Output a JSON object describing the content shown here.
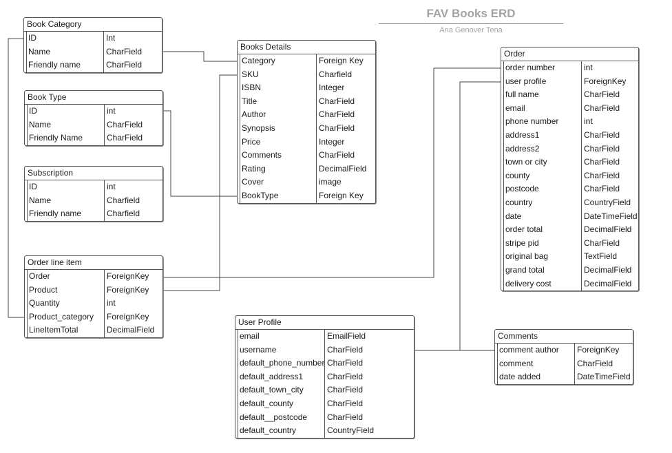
{
  "diagram": {
    "title": "FAV Books ERD",
    "subtitle": "Ana Genover Tena"
  },
  "entities": {
    "book_category": {
      "name": "Book Category",
      "fields": [
        {
          "name": "ID",
          "type": "Int"
        },
        {
          "name": "Name",
          "type": "CharField"
        },
        {
          "name": "Friendly name",
          "type": "CharField"
        }
      ]
    },
    "book_type": {
      "name": "Book Type",
      "fields": [
        {
          "name": "ID",
          "type": "int"
        },
        {
          "name": "Name",
          "type": "CharField"
        },
        {
          "name": "Friendly Name",
          "type": "CharField"
        }
      ]
    },
    "subscription": {
      "name": "Subscription",
      "fields": [
        {
          "name": "ID",
          "type": "int"
        },
        {
          "name": "Name",
          "type": "Charfield"
        },
        {
          "name": "Friendly name",
          "type": "Charfield"
        }
      ]
    },
    "order_line_item": {
      "name": "Order line item",
      "fields": [
        {
          "name": "Order",
          "type": "ForeignKey"
        },
        {
          "name": "Product",
          "type": "ForeignKey"
        },
        {
          "name": "Quantity",
          "type": "int"
        },
        {
          "name": "Product_category",
          "type": "ForeignKey"
        },
        {
          "name": "LineItemTotal",
          "type": "DecimalField"
        }
      ]
    },
    "books_details": {
      "name": "Books Details",
      "fields": [
        {
          "name": "Category",
          "type": "Foreign Key"
        },
        {
          "name": "SKU",
          "type": "Charfield"
        },
        {
          "name": "ISBN",
          "type": "Integer"
        },
        {
          "name": "Title",
          "type": "CharField"
        },
        {
          "name": "Author",
          "type": "CharField"
        },
        {
          "name": "Synopsis",
          "type": "CharField"
        },
        {
          "name": "Price",
          "type": "Integer"
        },
        {
          "name": "Comments",
          "type": "CharField"
        },
        {
          "name": "Rating",
          "type": "DecimalField"
        },
        {
          "name": "Cover",
          "type": "image"
        },
        {
          "name": "BookType",
          "type": "Foreign Key"
        }
      ]
    },
    "user_profile": {
      "name": "User Profile",
      "fields": [
        {
          "name": "email",
          "type": "EmailField"
        },
        {
          "name": "username",
          "type": "CharField"
        },
        {
          "name": "default_phone_number",
          "type": "CharField"
        },
        {
          "name": "default_address1",
          "type": "CharField"
        },
        {
          "name": "default_town_city",
          "type": "CharField"
        },
        {
          "name": "default_county",
          "type": "CharField"
        },
        {
          "name": "default__postcode",
          "type": "CharField"
        },
        {
          "name": "default_country",
          "type": "CountryField"
        }
      ]
    },
    "order": {
      "name": "Order",
      "fields": [
        {
          "name": "order number",
          "type": "int"
        },
        {
          "name": "user profile",
          "type": "ForeignKey"
        },
        {
          "name": "full name",
          "type": "CharField"
        },
        {
          "name": "email",
          "type": "CharField"
        },
        {
          "name": "phone number",
          "type": "int"
        },
        {
          "name": "address1",
          "type": "CharField"
        },
        {
          "name": "address2",
          "type": "CharField"
        },
        {
          "name": "town or city",
          "type": "CharField"
        },
        {
          "name": "county",
          "type": "CharField"
        },
        {
          "name": "postcode",
          "type": "CharField"
        },
        {
          "name": "country",
          "type": "CountryField"
        },
        {
          "name": "date",
          "type": "DateTimeField"
        },
        {
          "name": "order total",
          "type": "DecimalField"
        },
        {
          "name": "stripe pid",
          "type": "CharField"
        },
        {
          "name": "original bag",
          "type": "TextField"
        },
        {
          "name": "grand total",
          "type": "DecimalField"
        },
        {
          "name": "delivery cost",
          "type": "DecimalField"
        }
      ]
    },
    "comments": {
      "name": "Comments",
      "fields": [
        {
          "name": "comment author",
          "type": "ForeignKey"
        },
        {
          "name": "comment",
          "type": "CharField"
        },
        {
          "name": "date added",
          "type": "DateTimeField"
        }
      ]
    }
  }
}
